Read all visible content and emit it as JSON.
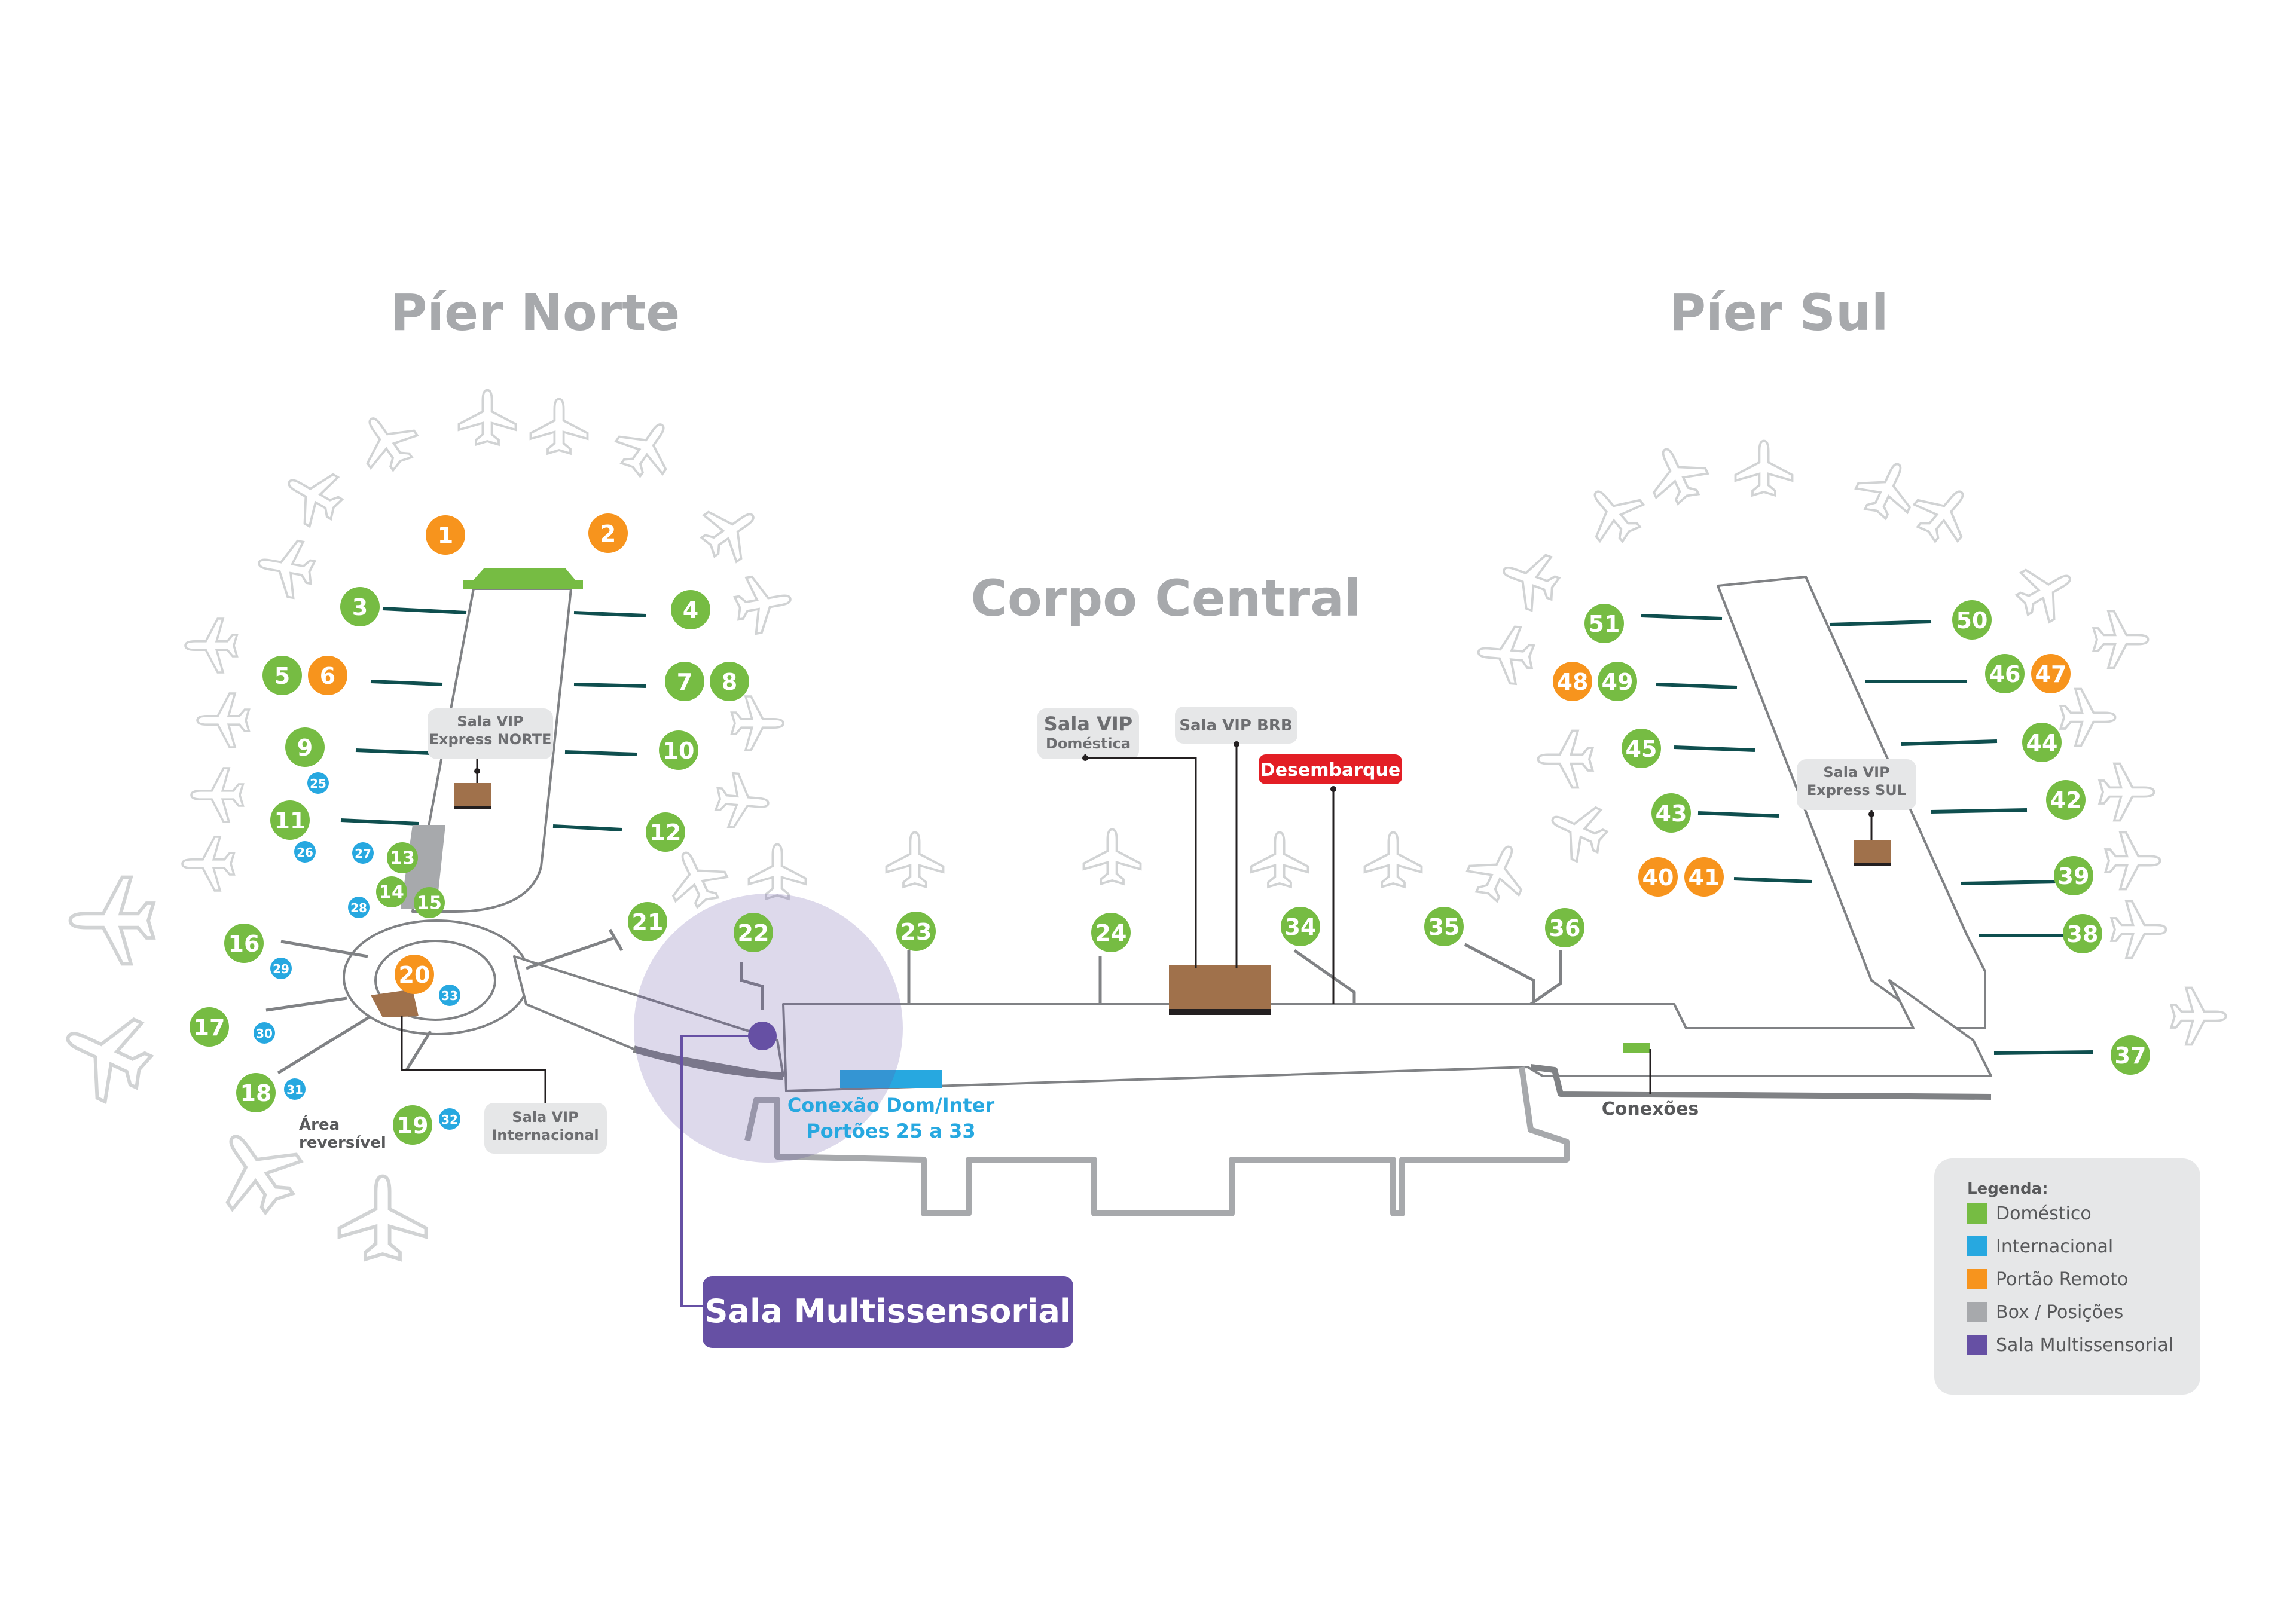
{
  "colors": {
    "domestic": "#76bc43",
    "international": "#27a8e0",
    "remote": "#f7941d",
    "box": "#a7a9ac",
    "multisensory": "#6650a4",
    "alert": "#e31e25",
    "building_stroke": "#808285",
    "jetway": "#0f4f4f",
    "plane": "#d9d9d9",
    "title": "#a7a9ac",
    "vip_fill": "#e6e7e8",
    "store": "#a0714b"
  },
  "titles": {
    "pier_norte": "Píer Norte",
    "pier_sul": "Píer Sul",
    "corpo_central": "Corpo Central"
  },
  "labels": {
    "vip_norte": [
      "Sala VIP",
      "Express NORTE"
    ],
    "vip_sul": [
      "Sala VIP",
      "Express SUL"
    ],
    "vip_domestica": [
      "Sala VIP",
      "Doméstica"
    ],
    "vip_brb": "Sala VIP BRB",
    "vip_internacional": [
      "Sala VIP",
      "Internacional"
    ],
    "desembarque": "Desembarque",
    "conexao": [
      "Conexão Dom/Inter",
      "Portões 25 a 33"
    ],
    "conexoes": "Conexões",
    "area_reversivel": [
      "Área",
      "reversível"
    ],
    "sala_multissensorial": "Sala Multissensorial"
  },
  "legend": {
    "title": "Legenda:",
    "items": [
      {
        "label": "Doméstico",
        "color": "#76bc43"
      },
      {
        "label": "Internacional",
        "color": "#27a8e0"
      },
      {
        "label": "Portão Remoto",
        "color": "#f7941d"
      },
      {
        "label": "Box / Posições",
        "color": "#a7a9ac"
      },
      {
        "label": "Sala Multissensorial",
        "color": "#6650a4"
      }
    ]
  },
  "gates": {
    "domestic": [
      "3",
      "4",
      "5",
      "7",
      "8",
      "9",
      "10",
      "11",
      "12",
      "13",
      "14",
      "15",
      "16",
      "17",
      "18",
      "19",
      "21",
      "22",
      "23",
      "24",
      "34",
      "35",
      "36",
      "37",
      "38",
      "39",
      "42",
      "43",
      "44",
      "45",
      "46",
      "49",
      "50",
      "51"
    ],
    "remote": [
      "1",
      "2",
      "6",
      "20",
      "40",
      "41",
      "47",
      "48"
    ],
    "international": [
      "25",
      "26",
      "27",
      "28",
      "29",
      "30",
      "31",
      "32",
      "33"
    ]
  }
}
